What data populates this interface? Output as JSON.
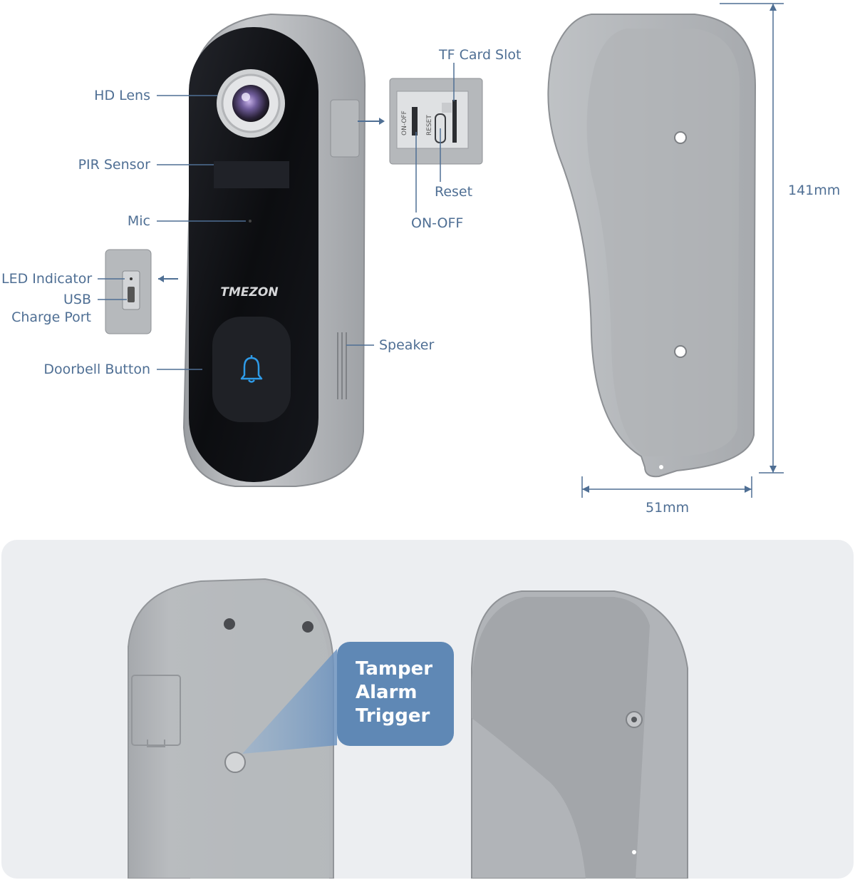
{
  "labels": {
    "hd_lens": "HD Lens",
    "pir_sensor": "PIR Sensor",
    "mic": "Mic",
    "led_indicator": "LED Indicator",
    "usb_line1": "USB",
    "usb_line2": "Charge Port",
    "doorbell_button": "Doorbell Button",
    "tf_card_slot": "TF Card Slot",
    "reset": "Reset",
    "on_off": "ON-OFF",
    "speaker": "Speaker",
    "switch_on_off": "ON-OFF",
    "switch_reset": "RESET"
  },
  "brand": "TMEZON",
  "dimensions": {
    "height": "141mm",
    "width": "51mm"
  },
  "callout": {
    "line1": "Tamper",
    "line2": "Alarm",
    "line3": "Trigger"
  },
  "colors": {
    "label": "#4f6f94",
    "accent": "#5f88b5",
    "body_gray": "#a9acb0",
    "face_black": "#0e0f13",
    "bell_blue": "#2e9be8"
  },
  "icons": [
    "bell-icon",
    "camera-lens-icon"
  ]
}
